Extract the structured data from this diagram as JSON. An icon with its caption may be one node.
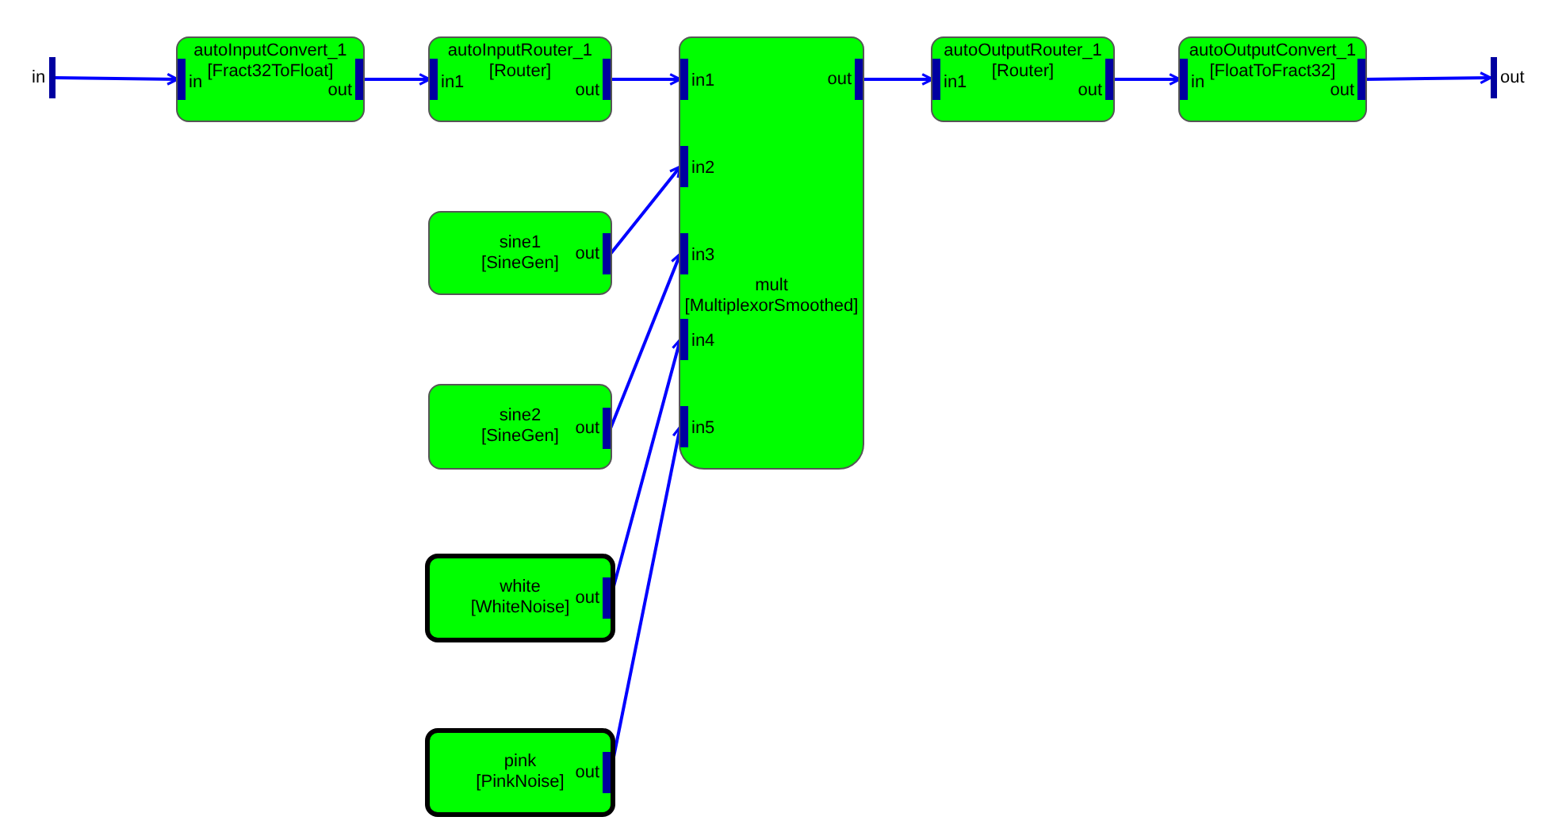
{
  "diagram": {
    "nodes": [
      {
        "text": [
          "in"
        ]
      },
      {
        "text": [
          "autoInputConvert_1",
          "[Fract32ToFloat]"
        ]
      },
      {
        "text": [
          "in"
        ],
        "in": 1
      },
      {
        "text": [
          "out"
        ],
        "in": 1
      },
      {
        "text": [
          "autoInputRouter_1",
          "[Router]"
        ]
      },
      {
        "text": [
          "in1"
        ],
        "in": 4
      },
      {
        "text": [
          "out"
        ],
        "in": 4
      },
      {
        "text": [
          "mult",
          "[MultiplexorSmoothed]"
        ]
      },
      {
        "text": [
          "in1"
        ],
        "in": 7
      },
      {
        "text": [
          "in2"
        ],
        "in": 7
      },
      {
        "text": [
          "in3"
        ],
        "in": 7
      },
      {
        "text": [
          "in4"
        ],
        "in": 7
      },
      {
        "text": [
          "in5"
        ],
        "in": 7
      },
      {
        "text": [
          "out"
        ],
        "in": 7
      },
      {
        "text": [
          "autoOutputRouter_1",
          "[Router]"
        ]
      },
      {
        "text": [
          "in1"
        ],
        "in": 14
      },
      {
        "text": [
          "out"
        ],
        "in": 14
      },
      {
        "text": [
          "autoOutputConvert_1",
          "[FloatToFract32]"
        ]
      },
      {
        "text": [
          "in"
        ],
        "in": 17
      },
      {
        "text": [
          "out"
        ],
        "in": 17
      },
      {
        "text": [
          "out"
        ]
      },
      {
        "text": [
          "sine1",
          "[SineGen]"
        ]
      },
      {
        "text": [
          "out"
        ],
        "in": 21
      },
      {
        "text": [
          "sine2",
          "[SineGen]"
        ]
      },
      {
        "text": [
          "out"
        ],
        "in": 23
      },
      {
        "text": [
          "white",
          "[WhiteNoise]"
        ]
      },
      {
        "text": [
          "out"
        ],
        "in": 25
      },
      {
        "text": [
          "pink",
          "[PinkNoise]"
        ]
      },
      {
        "text": [
          "out"
        ],
        "in": 27
      }
    ],
    "edges": [
      {
        "from": 0,
        "to": 2,
        "arrow": "to"
      },
      {
        "from": 3,
        "to": 5,
        "arrow": "to"
      },
      {
        "from": 6,
        "to": 8,
        "arrow": "to"
      },
      {
        "from": 13,
        "to": 15,
        "arrow": "to"
      },
      {
        "from": 16,
        "to": 18,
        "arrow": "to"
      },
      {
        "from": 19,
        "to": 20,
        "arrow": "to"
      },
      {
        "from": 22,
        "to": 9,
        "arrow": "to"
      },
      {
        "from": 24,
        "to": 10,
        "arrow": "to"
      },
      {
        "from": 26,
        "to": 11,
        "arrow": "to"
      },
      {
        "from": 28,
        "to": 12,
        "arrow": "to"
      }
    ]
  }
}
